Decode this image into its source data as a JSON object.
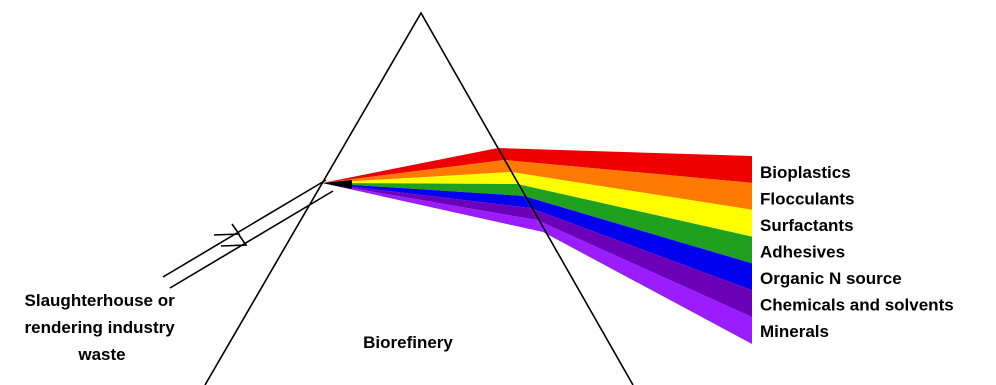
{
  "diagram": {
    "input_label": [
      "Slaughterhouse or",
      "rendering industry",
      "waste"
    ],
    "prism_label": "Biorefinery",
    "outputs": [
      {
        "label": "Bioplastics",
        "color": "#ee0000"
      },
      {
        "label": "Flocculants",
        "color": "#ff7a00"
      },
      {
        "label": "Surfactants",
        "color": "#ffff00"
      },
      {
        "label": "Adhesives",
        "color": "#1fa01f"
      },
      {
        "label": "Organic N source",
        "color": "#0000ee"
      },
      {
        "label": "Chemicals and solvents",
        "color": "#6a00b8"
      },
      {
        "label": "Minerals",
        "color": "#9a1cff"
      }
    ]
  }
}
